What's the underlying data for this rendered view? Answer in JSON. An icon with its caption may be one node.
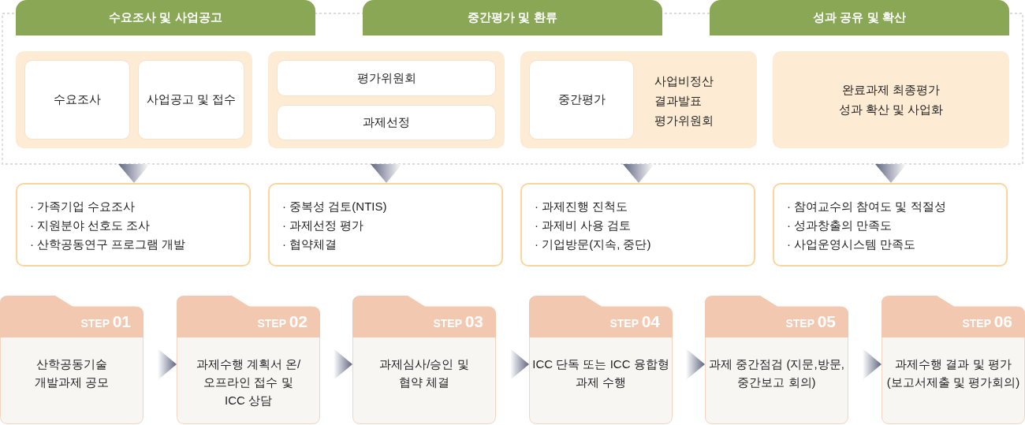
{
  "diagram": {
    "nodes": [
      {
        "text": [
          "수요조사 및 사업공고"
        ]
      },
      {
        "text": [
          "중간평가 및 환류"
        ]
      },
      {
        "text": [
          "성과 공유 및 확산"
        ]
      },
      {
        "text": [],
        "shape": "box"
      },
      {
        "text": [
          "수요조사"
        ],
        "in": 3
      },
      {
        "text": [
          "사업공고 및 접수"
        ],
        "in": 3
      },
      {
        "text": [],
        "shape": "box"
      },
      {
        "text": [
          "평가위원회"
        ],
        "in": 6
      },
      {
        "text": [
          "과제선정"
        ],
        "in": 6
      },
      {
        "text": [
          "사업비정산 결과발표 평가위원회"
        ]
      },
      {
        "text": [
          "중간평가"
        ],
        "in": 9
      },
      {
        "text": [
          "완료과제 최종평가 성과 확산 및 사업화"
        ]
      },
      {
        "text": [
          "· 가족기업 수요조사",
          "· 지원분야 선호도 조사",
          "· 산학공동연구 프로그램 개발"
        ]
      },
      {
        "text": [
          "· 중복성 검토(NTIS)",
          "· 과제선정 평가",
          "· 협약체결"
        ]
      },
      {
        "text": [
          "· 과제진행 진척도",
          "· 과제비 사용 검토",
          "· 기업방문(지속, 중단)"
        ]
      },
      {
        "text": [
          "· 참여교수의 참여도 및 적절성",
          "· 성과창출의 만족도",
          "· 사업운영시스템 만족도"
        ]
      },
      {
        "text": [
          "STEP **01**",
          "산학공동기술 개발과제 공모"
        ]
      },
      {
        "text": [
          "STEP **02**",
          "과제수행 계획서 온/오프라인 접수 및 ICC 상담"
        ]
      },
      {
        "text": [
          "STEP **03**",
          "과제심사/승인 및 협약 체결"
        ]
      },
      {
        "text": [
          "STEP **04**",
          "ICC 단독 또는 ICC 융합형 과제 수행"
        ]
      },
      {
        "text": [
          "STEP **05**",
          "과제 중간점검 (지문,방문,중간보고 회의)"
        ]
      },
      {
        "text": [
          "STEP **06**",
          "과제수행 결과 및 평가 (보고서제출 및 평가회의)"
        ]
      }
    ],
    "edges": [
      {
        "from": 3,
        "to": 12,
        "arrow": "to"
      },
      {
        "from": 6,
        "to": 13,
        "arrow": "to"
      },
      {
        "from": 9,
        "to": 14,
        "arrow": "to"
      },
      {
        "from": 11,
        "to": 15,
        "arrow": "to"
      },
      {
        "from": 16,
        "to": 17,
        "arrow": "to"
      },
      {
        "from": 17,
        "to": 18,
        "arrow": "to"
      },
      {
        "from": 18,
        "to": 19,
        "arrow": "to"
      },
      {
        "from": 19,
        "to": 20,
        "arrow": "to"
      },
      {
        "from": 20,
        "to": 21,
        "arrow": "to"
      }
    ]
  }
}
